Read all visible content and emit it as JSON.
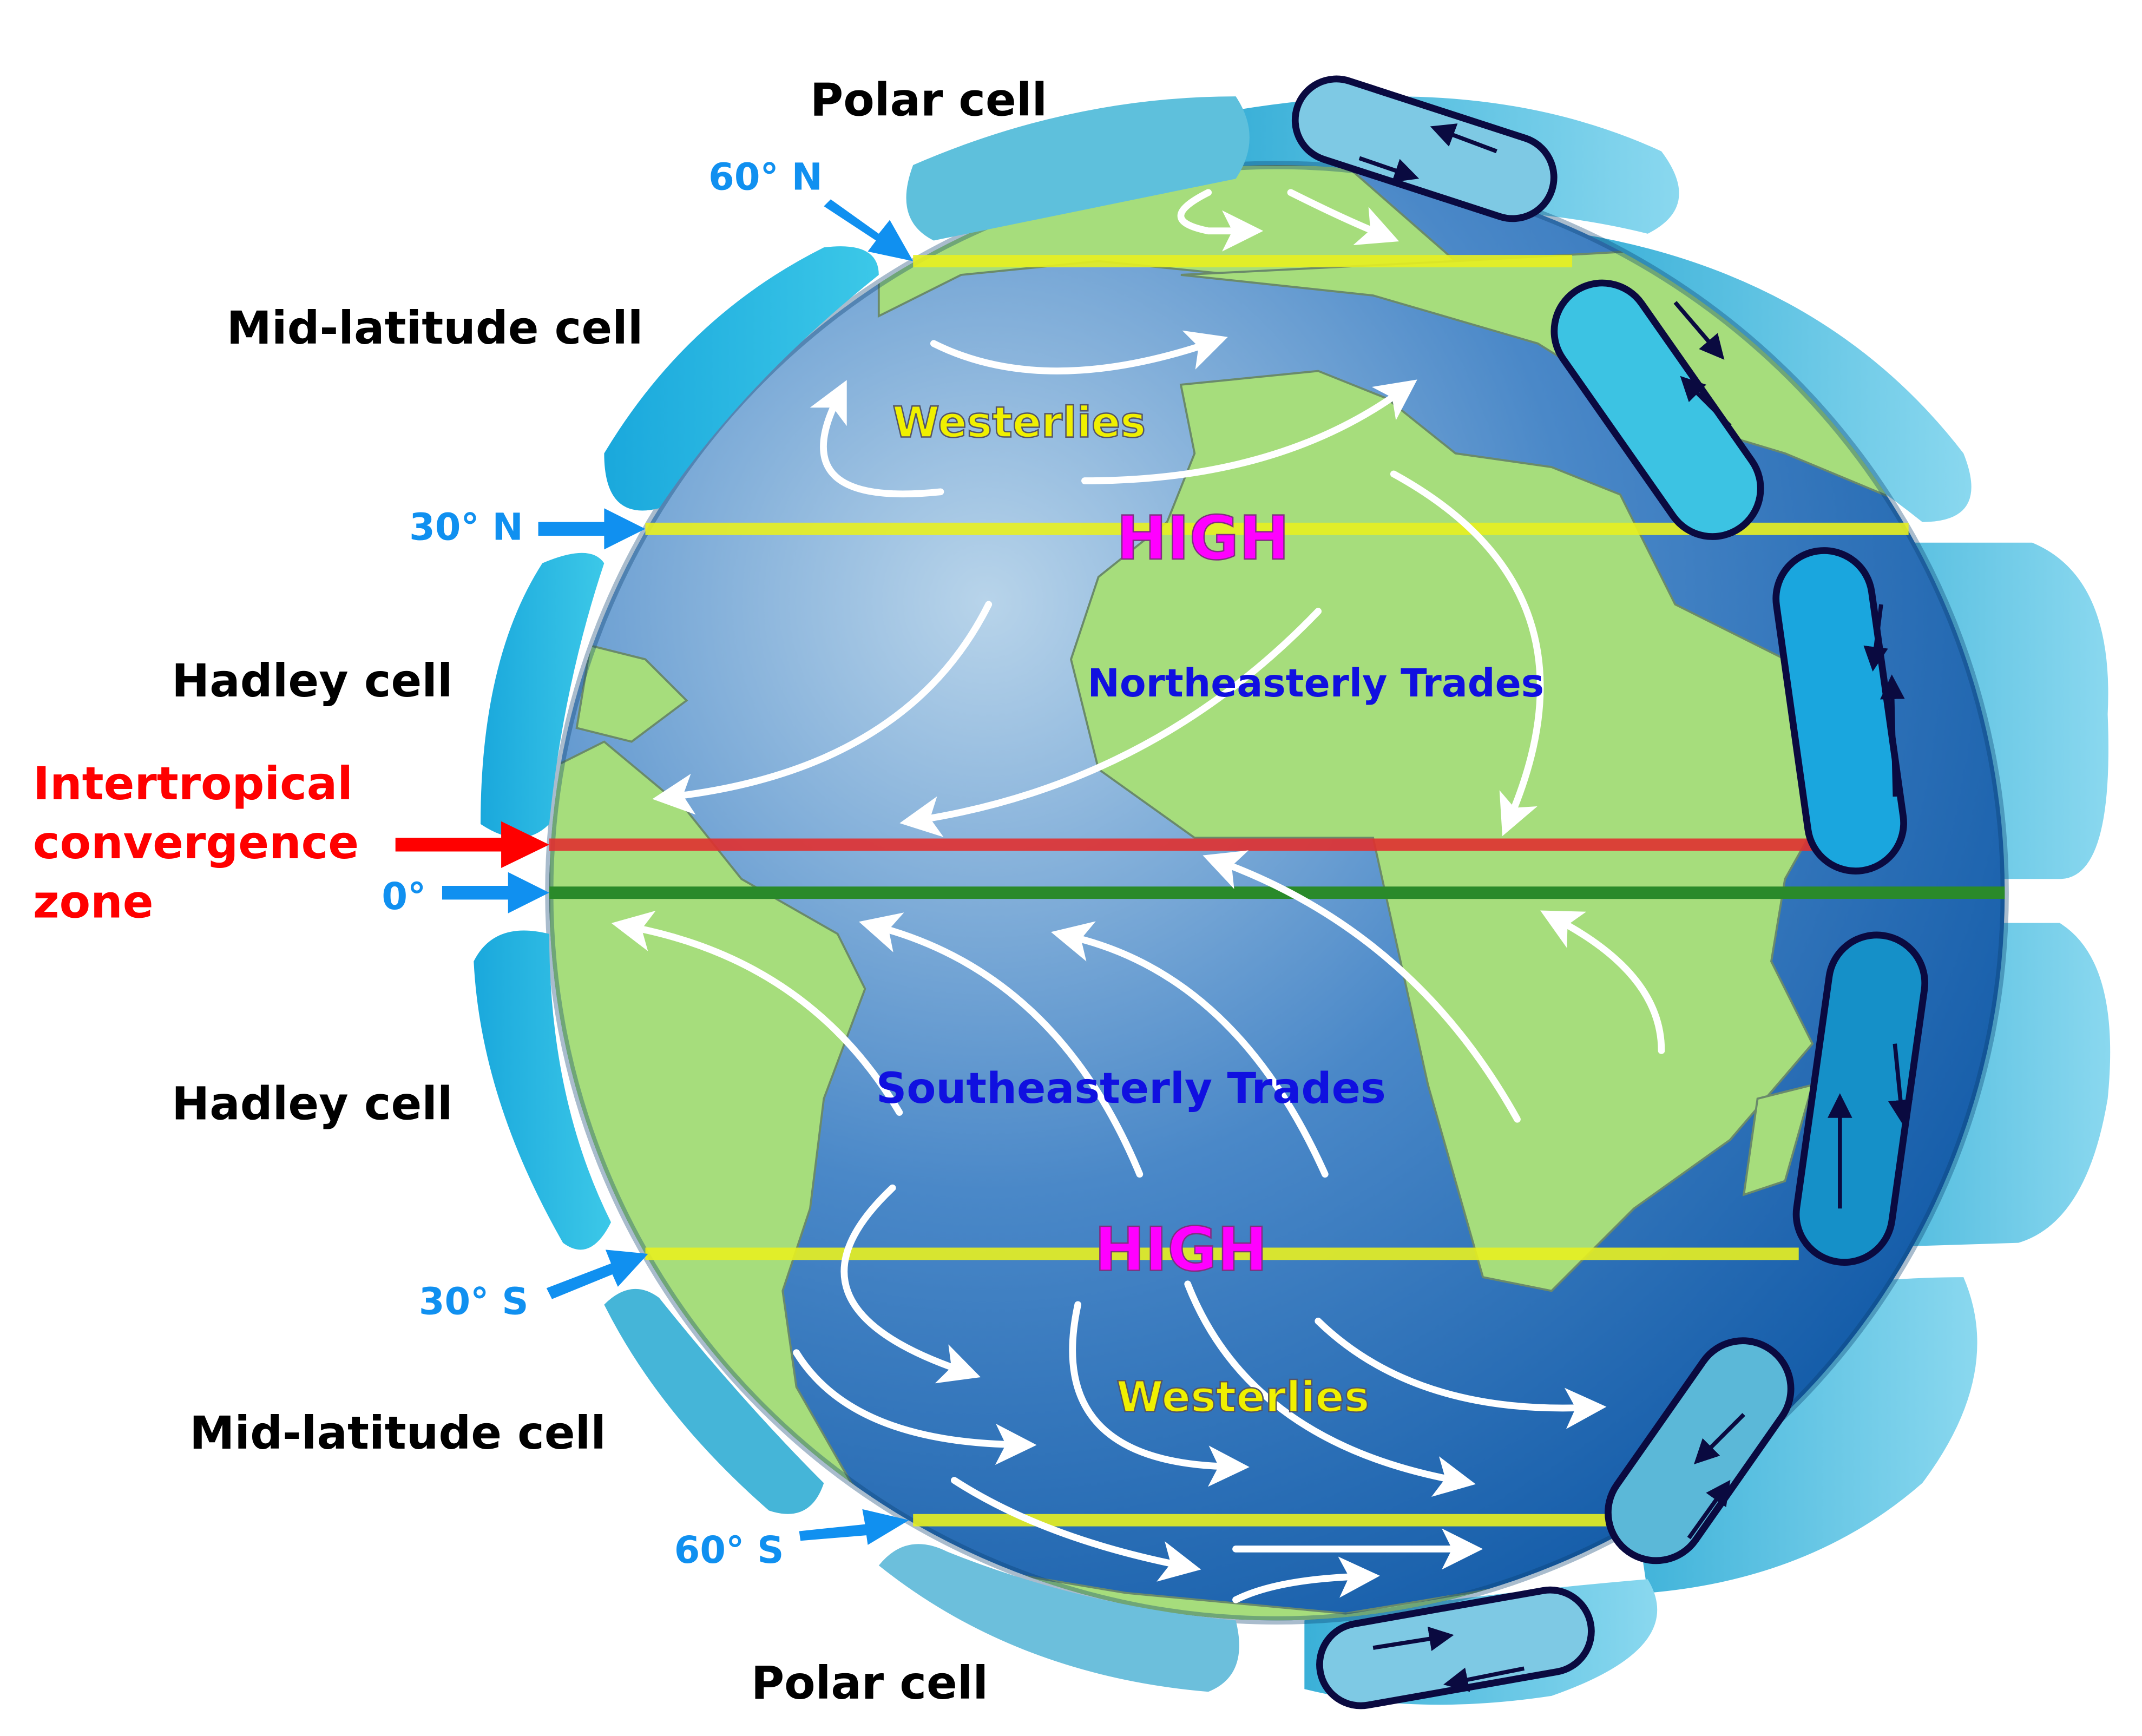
{
  "cells": {
    "polar_north": "Polar cell",
    "mid_north": "Mid-latitude cell",
    "hadley_north": "Hadley cell",
    "hadley_south": "Hadley cell",
    "mid_south": "Mid-latitude cell",
    "polar_south": "Polar cell"
  },
  "latitudes": {
    "n60": "60° N",
    "n30": "30° N",
    "eq": "0°",
    "s30": "30° S",
    "s60": "60° S"
  },
  "itcz": [
    "Intertropical",
    "convergence",
    "zone"
  ],
  "winds": {
    "westerlies_north": "Westerlies",
    "high_north": "HIGH",
    "ne_trades": "Northeasterly Trades",
    "se_trades": "Southeasterly Trades",
    "high_south": "HIGH",
    "westerlies_south": "Westerlies"
  },
  "colors": {
    "ocean": "#2f6fb5",
    "land": "#a6dd7c",
    "cell": "#2ab8e0",
    "latitude_line": "#e8f020",
    "itcz_line": "#e03030",
    "equator_line": "#2a8a2a",
    "latitude_label": "#1090f0",
    "itcz_label": "#ff0000",
    "high_label": "#ff00ff",
    "trades_label": "#1010e0",
    "westerlies_label": "#f0f000"
  }
}
